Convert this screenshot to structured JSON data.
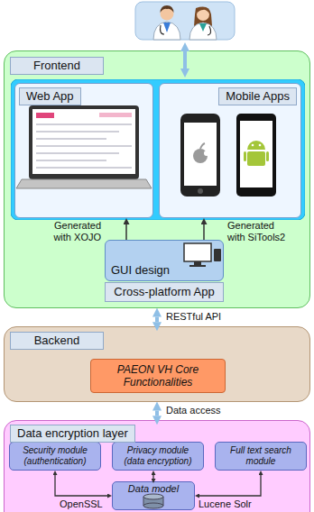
{
  "diagram": {
    "nodes": [
      {
        "text": [
          "Frontend"
        ]
      },
      {
        "text": [
          "Web App"
        ],
        "in": 0
      },
      {
        "text": [
          "Mobile Apps"
        ],
        "in": 0
      },
      {
        "text": [
          "GUI design"
        ],
        "in": 0
      },
      {
        "text": [
          "Cross-platform App"
        ],
        "in": 0
      },
      {
        "text": [
          "Backend"
        ]
      },
      {
        "text": [
          "PAEON VH Core Functionalities"
        ],
        "in": 5
      },
      {
        "text": [
          "Data encryption layer"
        ]
      },
      {
        "text": [
          "Security module (authentication)"
        ],
        "in": 7
      },
      {
        "text": [
          "Privacy module (data encryption)"
        ],
        "in": 7
      },
      {
        "text": [
          "Full text search module"
        ],
        "in": 7
      },
      {
        "text": [
          "Data model"
        ],
        "in": 7
      }
    ],
    "edges": [
      {
        "from": 3,
        "to": 1,
        "arrow": "to",
        "label": "Generated with XOJO"
      },
      {
        "from": 3,
        "to": 2,
        "arrow": "to",
        "label": "Generated with SiTools2"
      },
      {
        "from": 0,
        "to": 5,
        "arrow": "both",
        "label": "RESTful API"
      },
      {
        "from": 5,
        "to": 7,
        "arrow": "both",
        "label": "Data access"
      },
      {
        "from": 8,
        "to": 11,
        "arrow": "both"
      },
      {
        "from": 9,
        "to": 11,
        "arrow": "both"
      },
      {
        "from": 10,
        "to": 11,
        "arrow": "both"
      }
    ],
    "labels": [
      "OpenSSL",
      "Lucene Solr"
    ]
  }
}
